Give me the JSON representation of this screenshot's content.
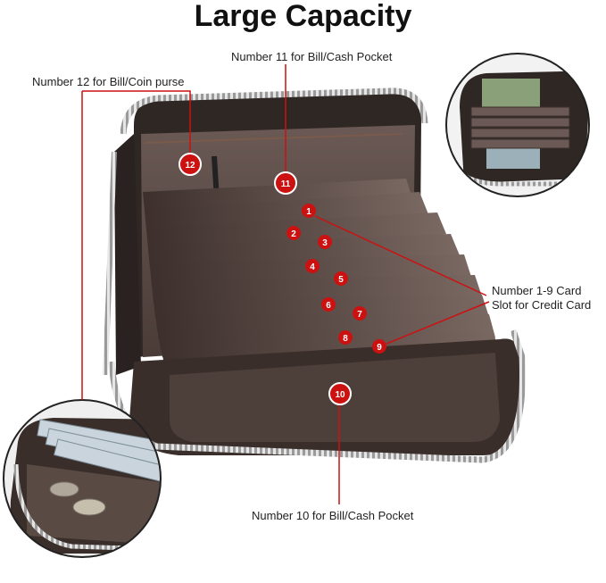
{
  "title": "Large Capacity",
  "labels": {
    "pocket_11": "Number 11 for Bill/Cash Pocket",
    "purse_12": "Number 12 for Bill/Coin purse",
    "slots_line1": "Number 1-9 Card",
    "slots_line2": "Slot for Credit Card",
    "pocket_10": "Number 10 for Bill/Cash Pocket"
  },
  "markers": [
    "1",
    "2",
    "3",
    "4",
    "5",
    "6",
    "7",
    "8",
    "9",
    "10",
    "11",
    "12"
  ],
  "colors": {
    "accent": "#cc1111",
    "leather": "#3a2e2a",
    "interior": "#5a4a44",
    "zipper": "#c8c8c8"
  }
}
